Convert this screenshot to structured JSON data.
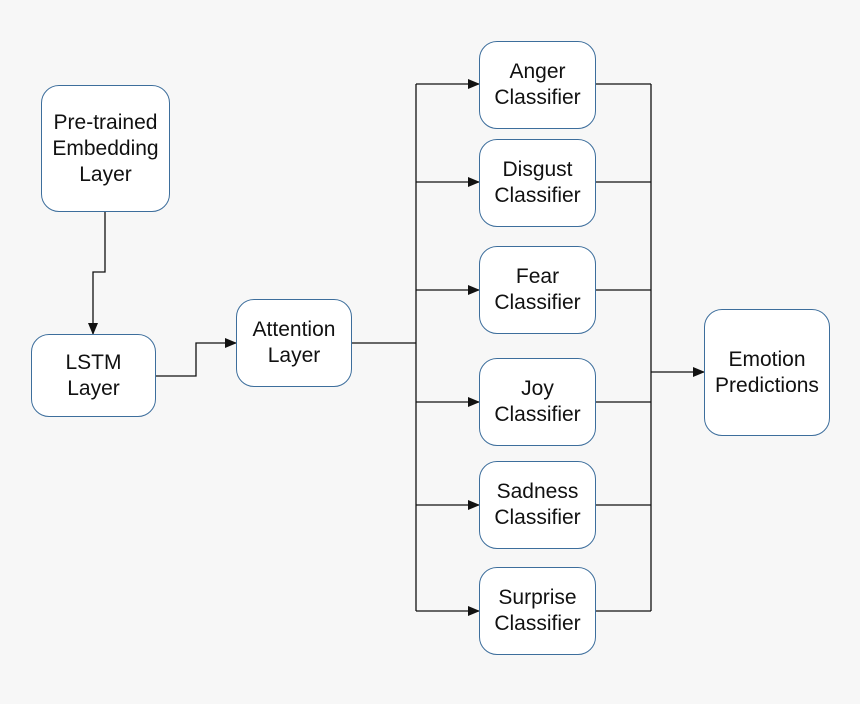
{
  "nodes": {
    "embedding": {
      "line1": "Pre-trained",
      "line2": "Embedding",
      "line3": "Layer"
    },
    "lstm": {
      "line1": "LSTM",
      "line2": "Layer"
    },
    "attention": {
      "line1": "Attention",
      "line2": "Layer"
    },
    "anger": {
      "line1": "Anger",
      "line2": "Classifier"
    },
    "disgust": {
      "line1": "Disgust",
      "line2": "Classifier"
    },
    "fear": {
      "line1": "Fear",
      "line2": "Classifier"
    },
    "joy": {
      "line1": "Joy",
      "line2": "Classifier"
    },
    "sadness": {
      "line1": "Sadness",
      "line2": "Classifier"
    },
    "surprise": {
      "line1": "Surprise",
      "line2": "Classifier"
    },
    "emotion": {
      "line1": "Emotion",
      "line2": "Predictions"
    }
  },
  "colors": {
    "background": "#f7f7f7",
    "node_border": "#3d6e9c",
    "node_fill": "#ffffff",
    "connector": "#111111"
  }
}
